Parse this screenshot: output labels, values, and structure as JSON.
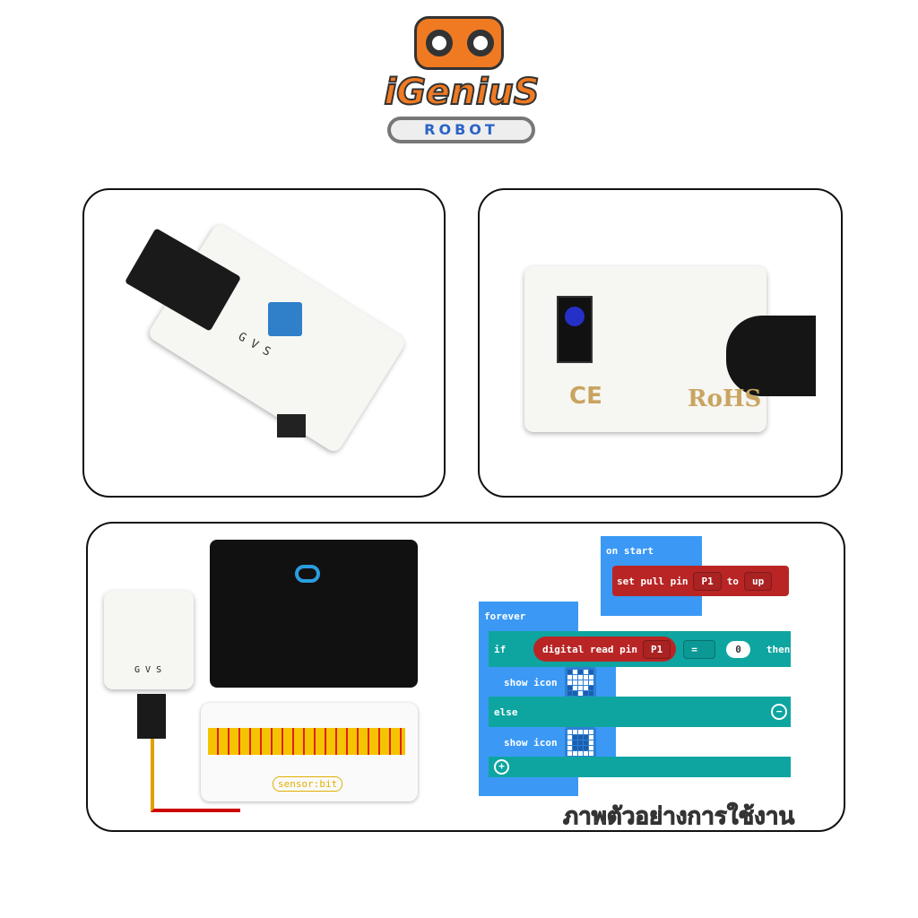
{
  "logo": {
    "brand": "iGeniuS",
    "sub": "ROBOT"
  },
  "panel1": {
    "pin_labels": "G V S"
  },
  "panel2": {
    "marks": [
      "CE",
      "RoHS"
    ]
  },
  "panel3": {
    "module_labels": "G V S",
    "board_label": "sensor:bit",
    "blocks": {
      "on_start": "on start",
      "set_pull": {
        "label": "set pull pin",
        "pin": "P1",
        "to": "to",
        "mode": "up"
      },
      "forever": "forever",
      "if": "if",
      "digital_read": {
        "label": "digital read pin",
        "pin": "P1"
      },
      "op": "=",
      "value": "0",
      "then": "then",
      "show_icon_1": {
        "label": "show icon",
        "icon": "heart"
      },
      "else": "else",
      "show_icon_2": {
        "label": "show icon",
        "icon": "square"
      }
    },
    "caption": "ภาพตัวอย่างการใช้งาน"
  },
  "colors": {
    "accent": "#f07a22",
    "block_blue": "#3b99f5",
    "block_red": "#b92525",
    "block_teal": "#0ea5a1"
  }
}
